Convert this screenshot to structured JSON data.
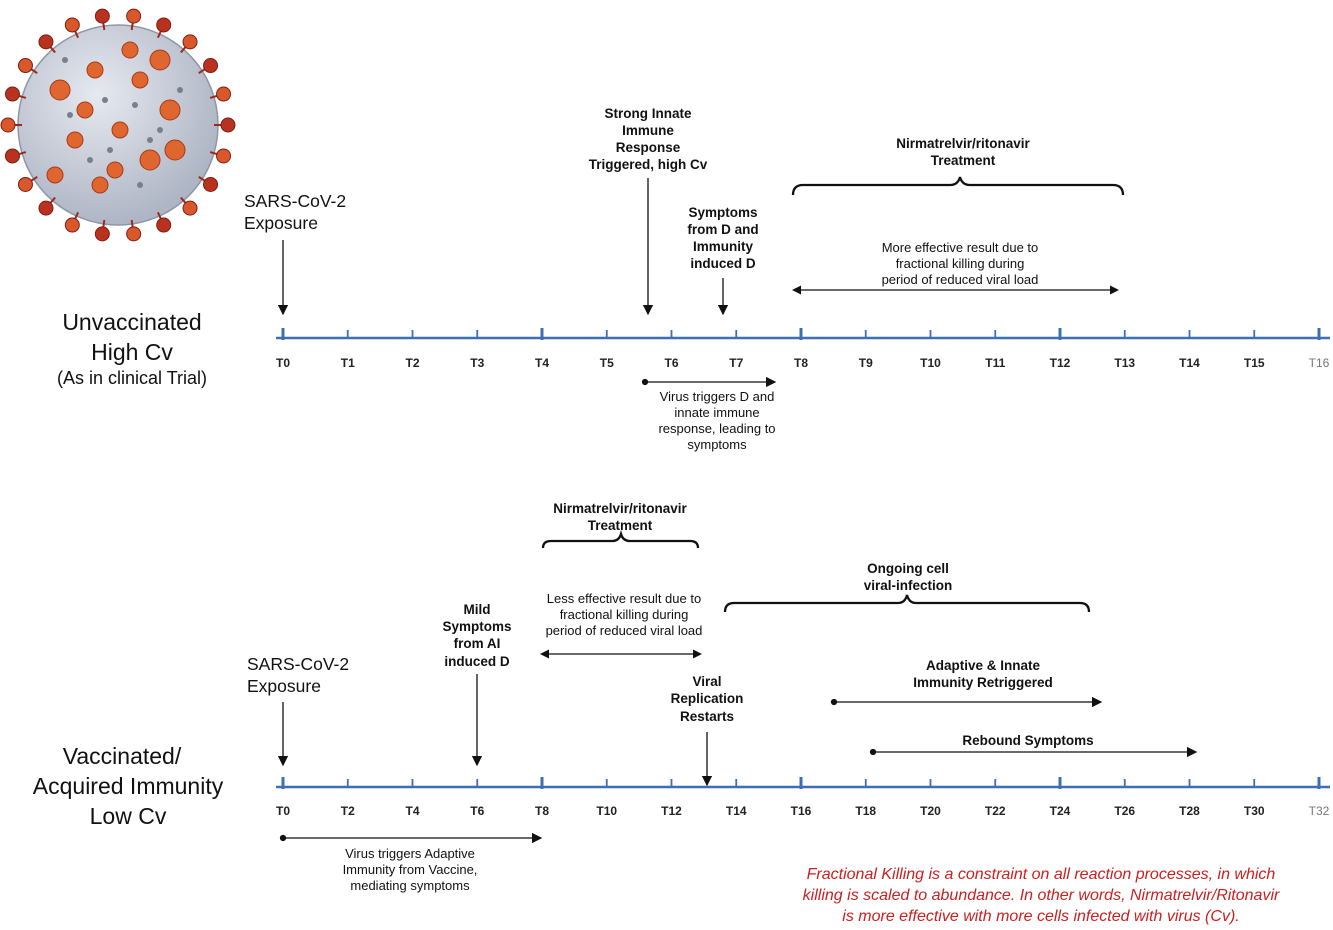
{
  "top": {
    "row_label": [
      "Unvaccinated",
      "High Cv"
    ],
    "row_sublabel": "(As in clinical Trial)",
    "ticks": [
      "T0",
      "T1",
      "T2",
      "T3",
      "T4",
      "T5",
      "T6",
      "T7",
      "T8",
      "T9",
      "T10",
      "T11",
      "T12",
      "T13",
      "T14",
      "T15",
      "T16"
    ],
    "exposure": [
      "SARS-CoV-2",
      "Exposure"
    ],
    "innate": [
      "Strong Innate",
      "Immune",
      "Response",
      "Triggered, high Cv"
    ],
    "symptoms": [
      "Symptoms",
      "from D and",
      "Immunity",
      "induced D"
    ],
    "treatment": [
      "Nirmatrelvir/ritonavir",
      "Treatment"
    ],
    "effect": [
      "More effective result due to",
      "fractional killing during",
      "period of reduced viral load"
    ],
    "virus_triggers": [
      "Virus triggers D and",
      "innate immune",
      "response, leading to",
      "symptoms"
    ]
  },
  "bottom": {
    "row_label": [
      "Vaccinated/",
      "Acquired Immunity",
      "Low Cv"
    ],
    "ticks": [
      "T0",
      "T2",
      "T4",
      "T6",
      "T8",
      "T10",
      "T12",
      "T14",
      "T16",
      "T18",
      "T20",
      "T22",
      "T24",
      "T26",
      "T28",
      "T30",
      "T32"
    ],
    "exposure": [
      "SARS-CoV-2",
      "Exposure"
    ],
    "mild": [
      "Mild",
      "Symptoms",
      "from AI",
      "induced D"
    ],
    "treatment": [
      "Nirmatrelvir/ritonavir",
      "Treatment"
    ],
    "effect": [
      "Less effective result due to",
      "fractional killing during",
      "period of reduced viral load"
    ],
    "ongoing": [
      "Ongoing cell",
      "viral-infection"
    ],
    "viral": [
      "Viral",
      "Replication",
      "Restarts"
    ],
    "adaptive": [
      "Adaptive & Innate",
      "Immunity Retriggered"
    ],
    "rebound": "Rebound Symptoms",
    "virus_triggers": [
      "Virus triggers Adaptive",
      "Immunity from Vaccine,",
      "mediating symptoms"
    ]
  },
  "note": [
    "Fractional Killing is a constraint on all reaction processes, in which",
    "killing is scaled to abundance. In other words, Nirmatrelvir/Ritonavir",
    "is more effective with more cells infected with virus (Cv)."
  ],
  "colors": {
    "timeline": "#3d6fb6",
    "note": "#cc1f1f",
    "virus_body": "#c9ced8",
    "spike": "#d9582b",
    "spike_dark": "#9c2a1c"
  }
}
